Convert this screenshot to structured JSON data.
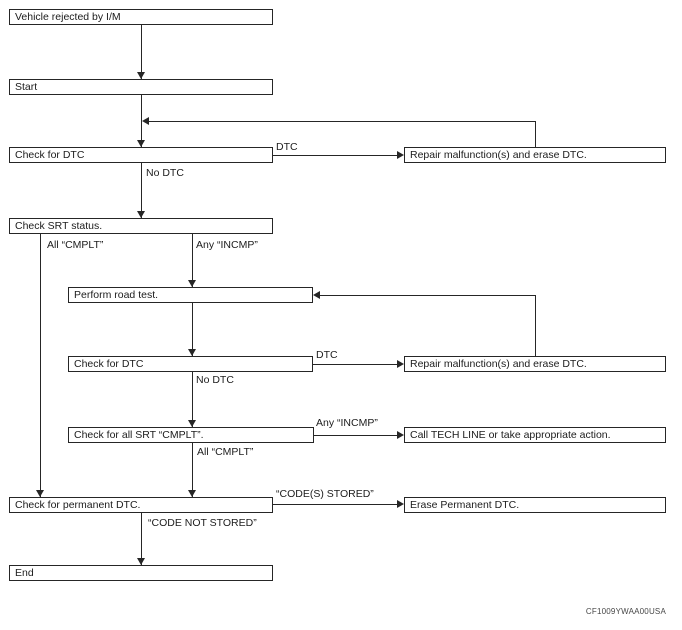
{
  "flowchart": {
    "nodes": {
      "vehicle_rejected": "Vehicle rejected by I/M",
      "start": "Start",
      "check_dtc_1": "Check for DTC",
      "repair_1": "Repair malfunction(s) and erase DTC.",
      "check_srt": "Check SRT status.",
      "road_test": "Perform road test.",
      "check_dtc_2": "Check for DTC",
      "repair_2": "Repair malfunction(s) and erase DTC.",
      "check_all_srt": "Check for all SRT “CMPLT”.",
      "call_tech_line": "Call TECH LINE or take appropriate action.",
      "check_permanent": "Check for permanent DTC.",
      "erase_permanent": "Erase Permanent DTC.",
      "end": "End"
    },
    "edge_labels": {
      "dtc_1": "DTC",
      "no_dtc_1": "No DTC",
      "all_cmplt_1": "All “CMPLT”",
      "any_incmp_1": "Any “INCMP”",
      "dtc_2": "DTC",
      "no_dtc_2": "No DTC",
      "any_incmp_2": "Any “INCMP”",
      "all_cmplt_2": "All “CMPLT”",
      "codes_stored": "“CODE(S) STORED”",
      "code_not_stored": "“CODE NOT STORED”"
    },
    "figure_code": "CF1009YWAA00USA",
    "colors": {
      "line": "#262626",
      "background": "#ffffff"
    }
  }
}
